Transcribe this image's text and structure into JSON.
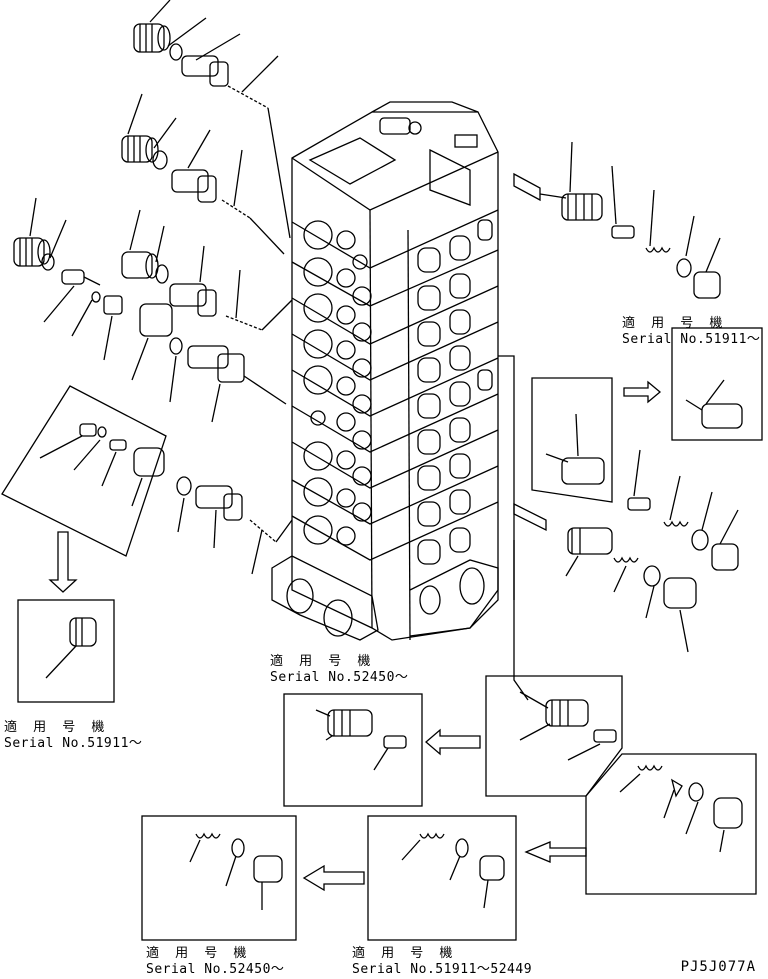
{
  "labels": [
    {
      "jp": "適 用 号 機",
      "serial": "Serial No.51911〜"
    },
    {
      "jp": "適 用 号 機",
      "serial": "Serial No.52450〜"
    },
    {
      "jp": "適 用 号 機",
      "serial": "Serial No.51911〜"
    },
    {
      "jp": "適 用 号 機",
      "serial": "Serial No.52450〜"
    },
    {
      "jp": "適 用 号 機",
      "serial": "Serial No.51911〜52449"
    }
  ],
  "drawing_code": "PJ5J077A"
}
